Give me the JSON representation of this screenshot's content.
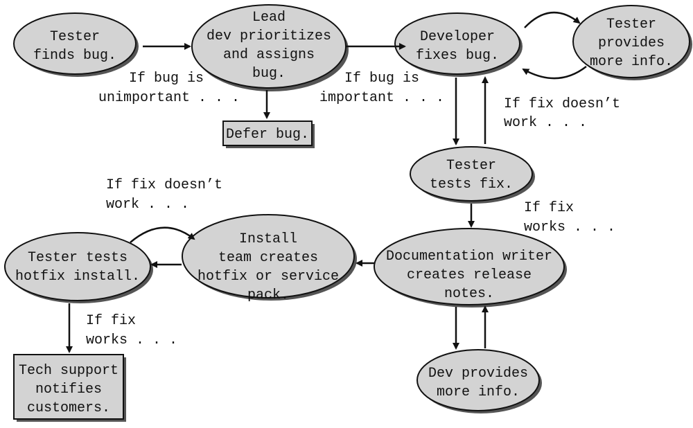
{
  "nodes": {
    "tester_finds": [
      "Tester",
      "finds bug."
    ],
    "lead_dev": [
      "Lead",
      "dev prioritizes",
      "and assigns",
      "bug."
    ],
    "defer": [
      "Defer bug."
    ],
    "dev_fixes": [
      "Developer",
      "fixes bug."
    ],
    "tester_info": [
      "Tester",
      "provides",
      "more info."
    ],
    "tester_tests_fix": [
      "Tester",
      "tests fix."
    ],
    "doc_writer": [
      "Documentation writer",
      "creates release",
      "notes."
    ],
    "install_team": [
      "Install",
      "team creates",
      "hotfix or service",
      "pack."
    ],
    "tester_hotfix": [
      "Tester tests",
      "hotfix install."
    ],
    "tech_support": [
      "Tech support",
      "notifies",
      "customers."
    ],
    "dev_info": [
      "Dev provides",
      "more info."
    ]
  },
  "labels": {
    "unimportant": [
      "If bug is",
      "unimportant . . ."
    ],
    "important": [
      "If bug is",
      "important . . ."
    ],
    "fix_fails_1": [
      "If fix doesn’t",
      "work . . ."
    ],
    "fix_works_1": [
      "If fix",
      "works . . ."
    ],
    "fix_fails_2": [
      "If fix doesn’t",
      "work . . ."
    ],
    "fix_works_2": [
      "If fix",
      "works . . ."
    ]
  }
}
